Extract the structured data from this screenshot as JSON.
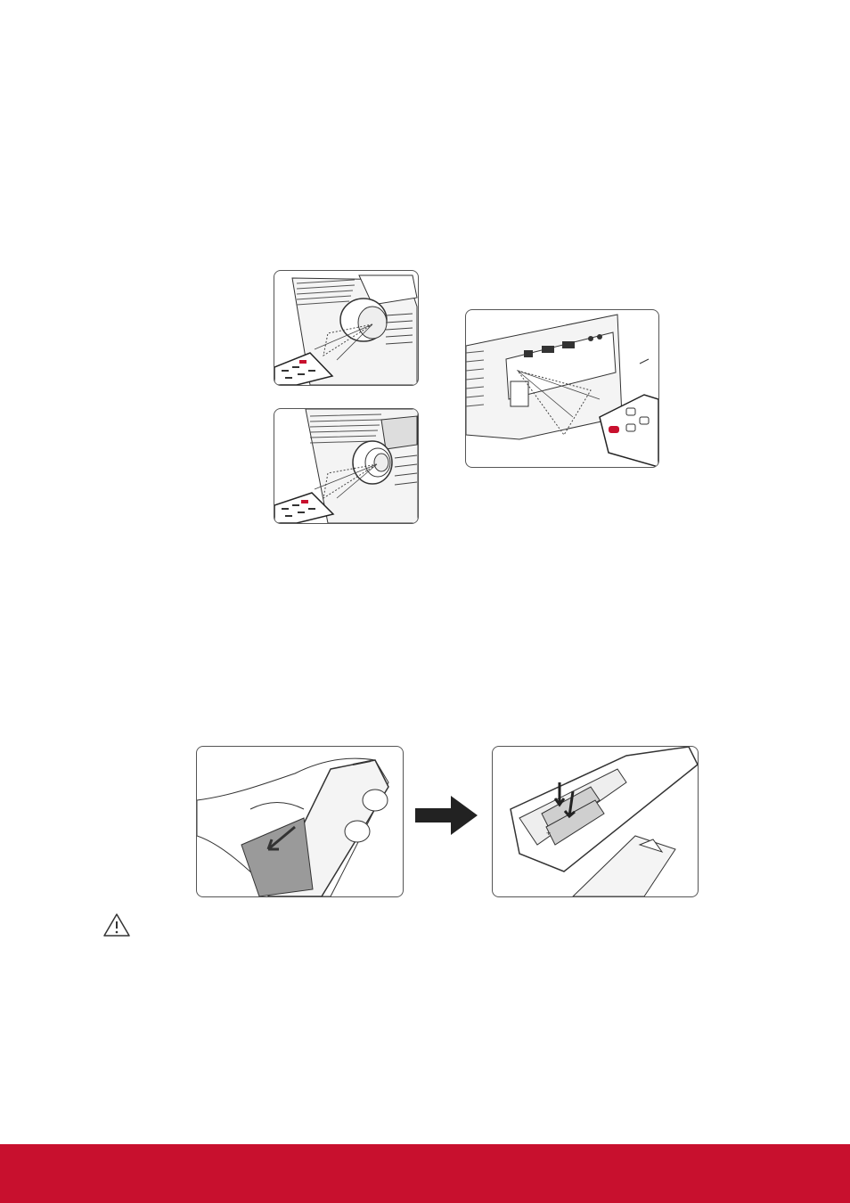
{
  "figures": {
    "front_top": {
      "icon": "projector-front-remote-illustration"
    },
    "front_bottom": {
      "icon": "projector-front-lens-remote-illustration"
    },
    "rear": {
      "icon": "projector-rear-remote-illustration"
    },
    "cover_slide": {
      "icon": "remote-battery-cover-slide-illustration"
    },
    "battery_insert": {
      "icon": "remote-battery-insert-illustration"
    }
  },
  "step_arrow": {
    "icon": "arrow-right-icon",
    "color": "#222222"
  },
  "caution": {
    "icon": "warning-icon"
  },
  "footer": {
    "color": "#c8102e"
  }
}
